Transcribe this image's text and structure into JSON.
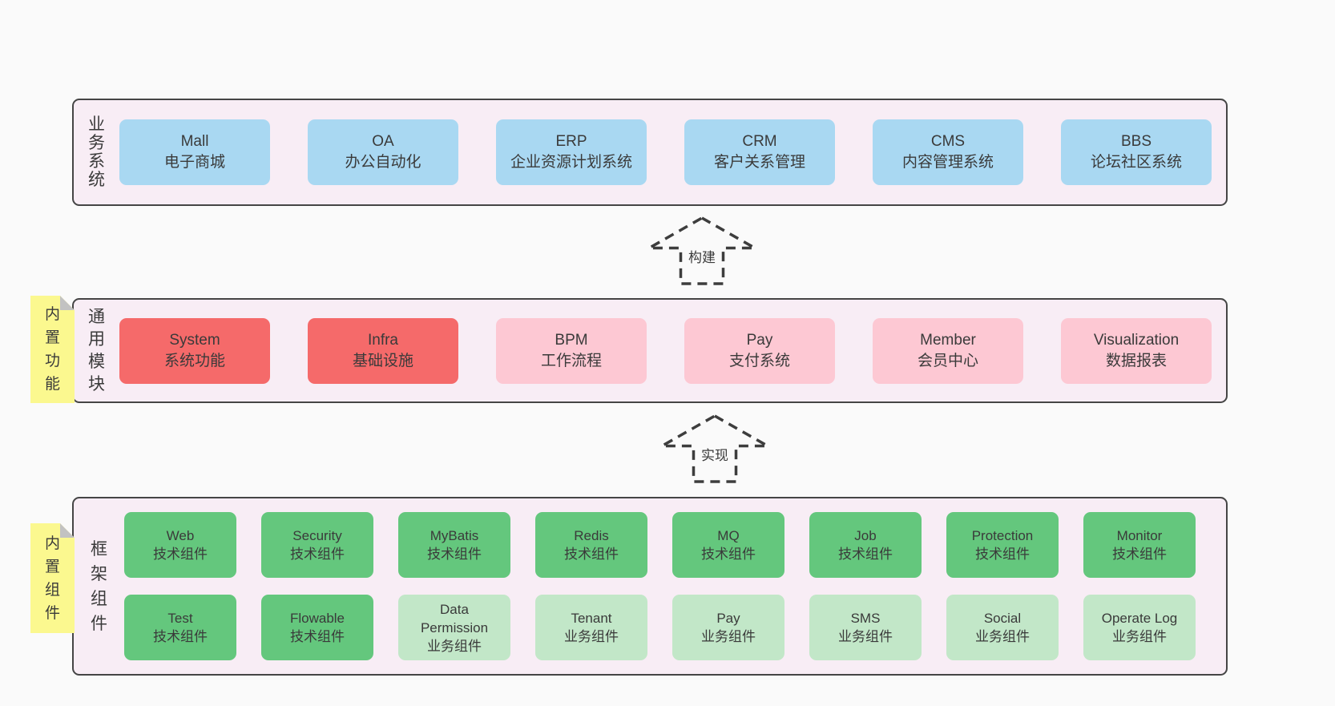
{
  "colors": {
    "page_bg": "#fafafa",
    "container_bg": "#f8edf5",
    "container_border": "#454545",
    "blue_box": "#a9d8f2",
    "red_box": "#f56a6a",
    "pink_box": "#fdc8d3",
    "green_dark_box": "#64c77d",
    "green_light_box": "#c2e7c8",
    "sticky_yellow": "#fbf88f",
    "sticky_fold_gray": "#c2c2c2",
    "text": "#3a3a3a"
  },
  "sections": {
    "business": {
      "label": "业务系统",
      "boxes": [
        {
          "name": "Mall",
          "desc": "电子商城",
          "variant": "blue"
        },
        {
          "name": "OA",
          "desc": "办公自动化",
          "variant": "blue"
        },
        {
          "name": "ERP",
          "desc": "企业资源计划系统",
          "variant": "blue"
        },
        {
          "name": "CRM",
          "desc": "客户关系管理",
          "variant": "blue"
        },
        {
          "name": "CMS",
          "desc": "内容管理系统",
          "variant": "blue"
        },
        {
          "name": "BBS",
          "desc": "论坛社区系统",
          "variant": "blue"
        }
      ]
    },
    "modules": {
      "label": "通用模块",
      "sticky": "内置功能",
      "boxes": [
        {
          "name": "System",
          "desc": "系统功能",
          "variant": "red"
        },
        {
          "name": "Infra",
          "desc": "基础设施",
          "variant": "red"
        },
        {
          "name": "BPM",
          "desc": "工作流程",
          "variant": "pink"
        },
        {
          "name": "Pay",
          "desc": "支付系统",
          "variant": "pink"
        },
        {
          "name": "Member",
          "desc": "会员中心",
          "variant": "pink"
        },
        {
          "name": "Visualization",
          "desc": "数据报表",
          "variant": "pink"
        }
      ]
    },
    "components": {
      "label": "框架组件",
      "sticky": "内置组件",
      "row1": [
        {
          "name": "Web",
          "desc": "技术组件",
          "variant": "green-dark"
        },
        {
          "name": "Security",
          "desc": "技术组件",
          "variant": "green-dark"
        },
        {
          "name": "MyBatis",
          "desc": "技术组件",
          "variant": "green-dark"
        },
        {
          "name": "Redis",
          "desc": "技术组件",
          "variant": "green-dark"
        },
        {
          "name": "MQ",
          "desc": "技术组件",
          "variant": "green-dark"
        },
        {
          "name": "Job",
          "desc": "技术组件",
          "variant": "green-dark"
        },
        {
          "name": "Protection",
          "desc": "技术组件",
          "variant": "green-dark"
        },
        {
          "name": "Monitor",
          "desc": "技术组件",
          "variant": "green-dark"
        }
      ],
      "row2": [
        {
          "name": "Test",
          "desc": "技术组件",
          "variant": "green-dark"
        },
        {
          "name": "Flowable",
          "desc": "技术组件",
          "variant": "green-dark"
        },
        {
          "name": "Data Permission",
          "desc": "业务组件",
          "variant": "green-light"
        },
        {
          "name": "Tenant",
          "desc": "业务组件",
          "variant": "green-light"
        },
        {
          "name": "Pay",
          "desc": "业务组件",
          "variant": "green-light"
        },
        {
          "name": "SMS",
          "desc": "业务组件",
          "variant": "green-light"
        },
        {
          "name": "Social",
          "desc": "业务组件",
          "variant": "green-light"
        },
        {
          "name": "Operate Log",
          "desc": "业务组件",
          "variant": "green-light"
        }
      ]
    }
  },
  "arrows": {
    "build": {
      "label": "构建",
      "direction": "up"
    },
    "implement": {
      "label": "实现",
      "direction": "up"
    }
  }
}
